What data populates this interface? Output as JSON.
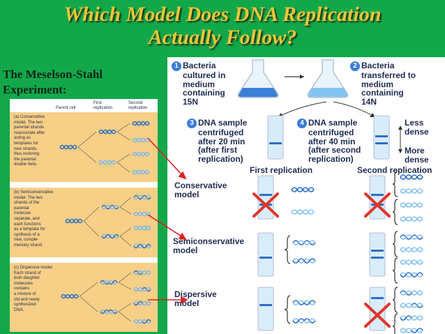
{
  "title_line1": "Which Model Does DNA Replication",
  "title_line2": "Actually Follow?",
  "subtitle_line1": "The Meselson-Stahl",
  "subtitle_line2": "Experiment:",
  "left": {
    "col_parent": "Parent cell",
    "col_first_1": "First",
    "col_first_2": "replication",
    "col_second_1": "Second",
    "col_second_2": "replication",
    "conservative": [
      "(a) Conservative",
      "model. The two",
      "parental strands",
      "reassociate after",
      "acting as",
      "templates for",
      "new strands,",
      "thus restoring",
      "the parental",
      "double helix."
    ],
    "semiconservative": [
      "(b) Semiconservative",
      "model. The two",
      "strands of the",
      "parental",
      "molecule",
      "separate, and",
      "each functions",
      "as a template for",
      "synthesis of a",
      "new, comple-",
      "mentary strand."
    ],
    "dispersive": [
      "(c) Dispersive model.",
      "Each strand of",
      "both daughter",
      "molecules",
      "contains",
      "a mixture of",
      "old and newly",
      "synthesized",
      "DNA."
    ]
  },
  "right": {
    "step1": [
      "Bacteria",
      "cultured in",
      "medium",
      "containing",
      "15N"
    ],
    "step2": [
      "Bacteria",
      "transferred to",
      "medium",
      "containing",
      "14N"
    ],
    "step3": [
      "DNA sample",
      "centrifuged",
      "after 20 min",
      "(after first",
      "replication)"
    ],
    "step4": [
      "DNA sample",
      "centrifuged",
      "after 40 min",
      "(after second",
      "replication)"
    ],
    "less_dense": [
      "Less",
      "dense"
    ],
    "more_dense": [
      "More",
      "dense"
    ],
    "first_replication": "First replication",
    "second_replication": "Second replication",
    "conservative_model": [
      "Conservative",
      "model"
    ],
    "semiconservative_model": [
      "Semiconservative",
      "model"
    ],
    "dispersive_model": [
      "Dispersive",
      "model"
    ]
  },
  "colors": {
    "background": "#12a84a",
    "title": "#e9c63a",
    "panel_tan": "#f7cf86",
    "dna_blue": "#2f6fc4",
    "dna_light": "#7fb9ee",
    "x_red": "#e0352b",
    "arrow_red": "#e02020"
  }
}
